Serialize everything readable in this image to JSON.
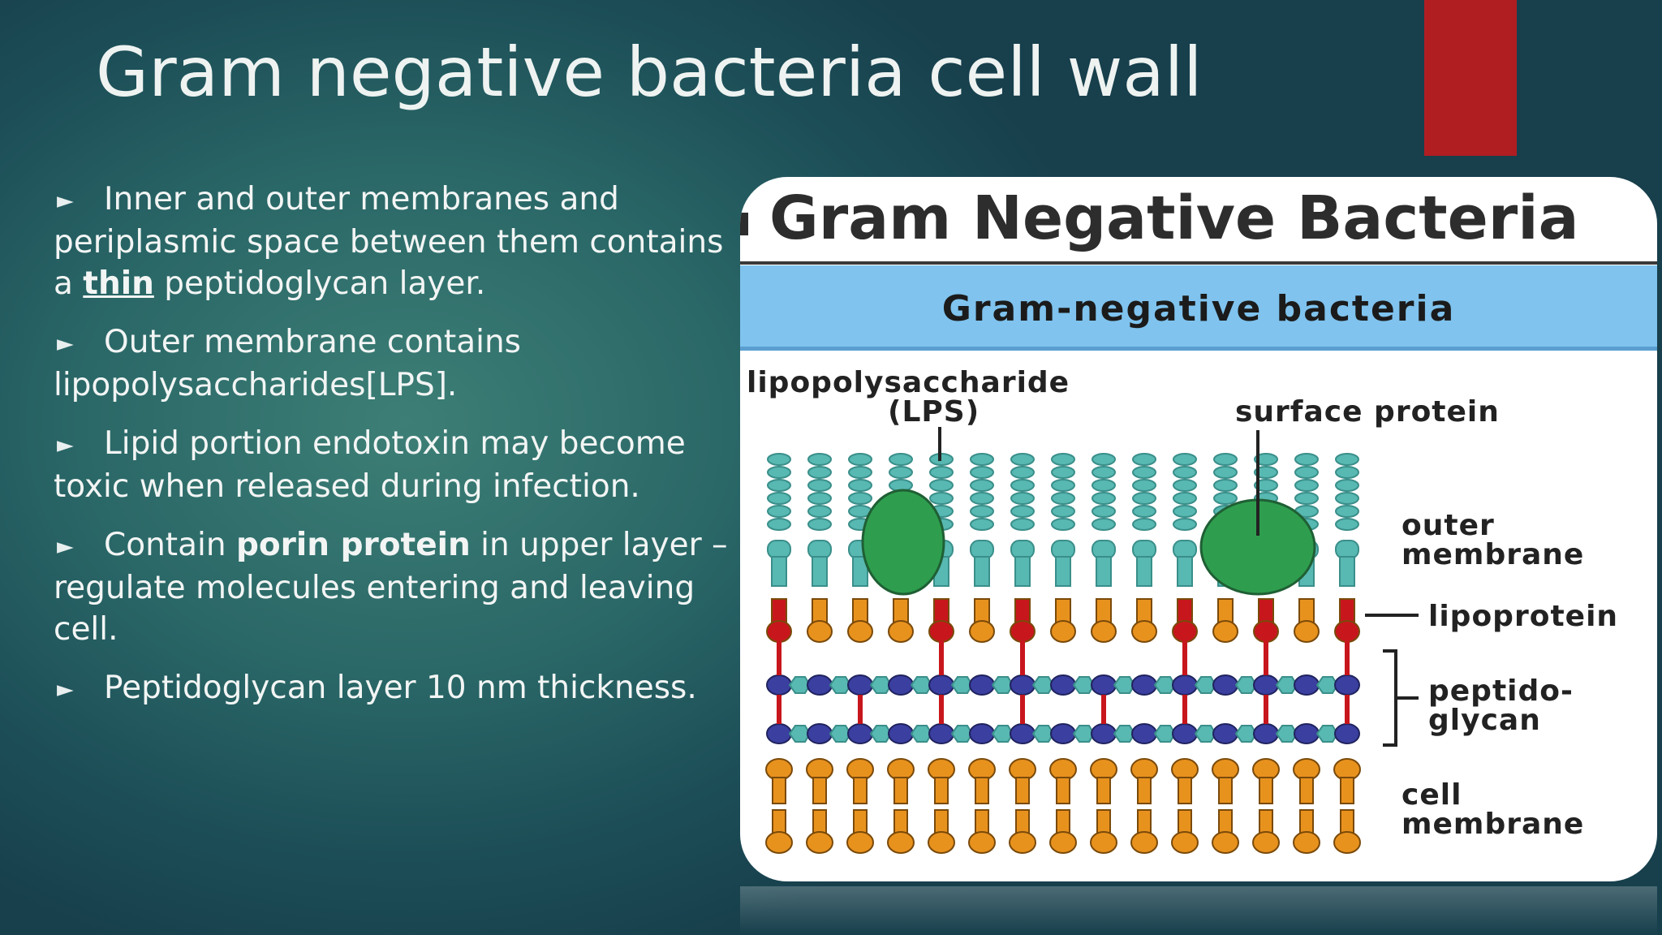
{
  "slide": {
    "title": "Gram negative bacteria cell wall",
    "accent_color": "#b01e22",
    "bullet_icon": "triangle-bullet-icon"
  },
  "bullets": [
    {
      "parts": [
        {
          "text": "Inner and outer membranes and periplasmic space between them contains a "
        },
        {
          "text": "thin",
          "style": "bold-underline"
        },
        {
          "text": " peptidoglycan layer."
        }
      ]
    },
    {
      "parts": [
        {
          "text": "Outer membrane contains lipopolysaccharides[LPS]."
        }
      ]
    },
    {
      "parts": [
        {
          "text": "Lipid portion endotoxin may become toxic when released during infection."
        }
      ]
    },
    {
      "parts": [
        {
          "text": "Contain "
        },
        {
          "text": "porin protein",
          "style": "bold"
        },
        {
          "text": " in upper layer – regulate molecules entering and leaving cell."
        }
      ]
    },
    {
      "parts": [
        {
          "text": "Peptidoglycan layer 10 nm thickness."
        }
      ]
    }
  ],
  "figure": {
    "title": "Gram Negative Bacteria",
    "banner": "Gram-negative bacteria",
    "labels": {
      "lps_line1": "lipopolysaccharide",
      "lps_line2": "(LPS)",
      "surface_protein": "surface protein",
      "outer_membrane_1": "outer",
      "outer_membrane_2": "membrane",
      "lipoprotein": "lipoprotein",
      "peptidoglycan_1": "peptido-",
      "peptidoglycan_2": "glycan",
      "cell_membrane_1": "cell",
      "cell_membrane_2": "membrane"
    },
    "colors": {
      "teal": "#58b8b2",
      "teal_dark": "#3a8f8a",
      "protein_green": "#2e9e4e",
      "lipoprotein_red": "#c8161d",
      "orange": "#e8921e",
      "glycan_blue": "#3a3fa0",
      "banner_blue": "#7fc3ee"
    }
  }
}
